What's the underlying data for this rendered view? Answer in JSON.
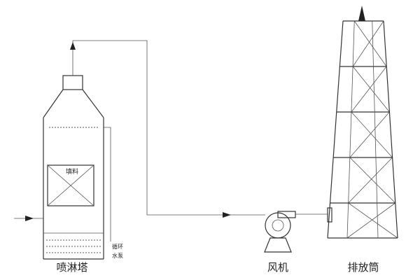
{
  "diagram": {
    "labels": {
      "spray_tower": "喷淋塔",
      "packing": "填料",
      "pump_line1": "循环",
      "pump_line2": "水泵",
      "fan": "风机",
      "stack": "排放筒"
    }
  }
}
